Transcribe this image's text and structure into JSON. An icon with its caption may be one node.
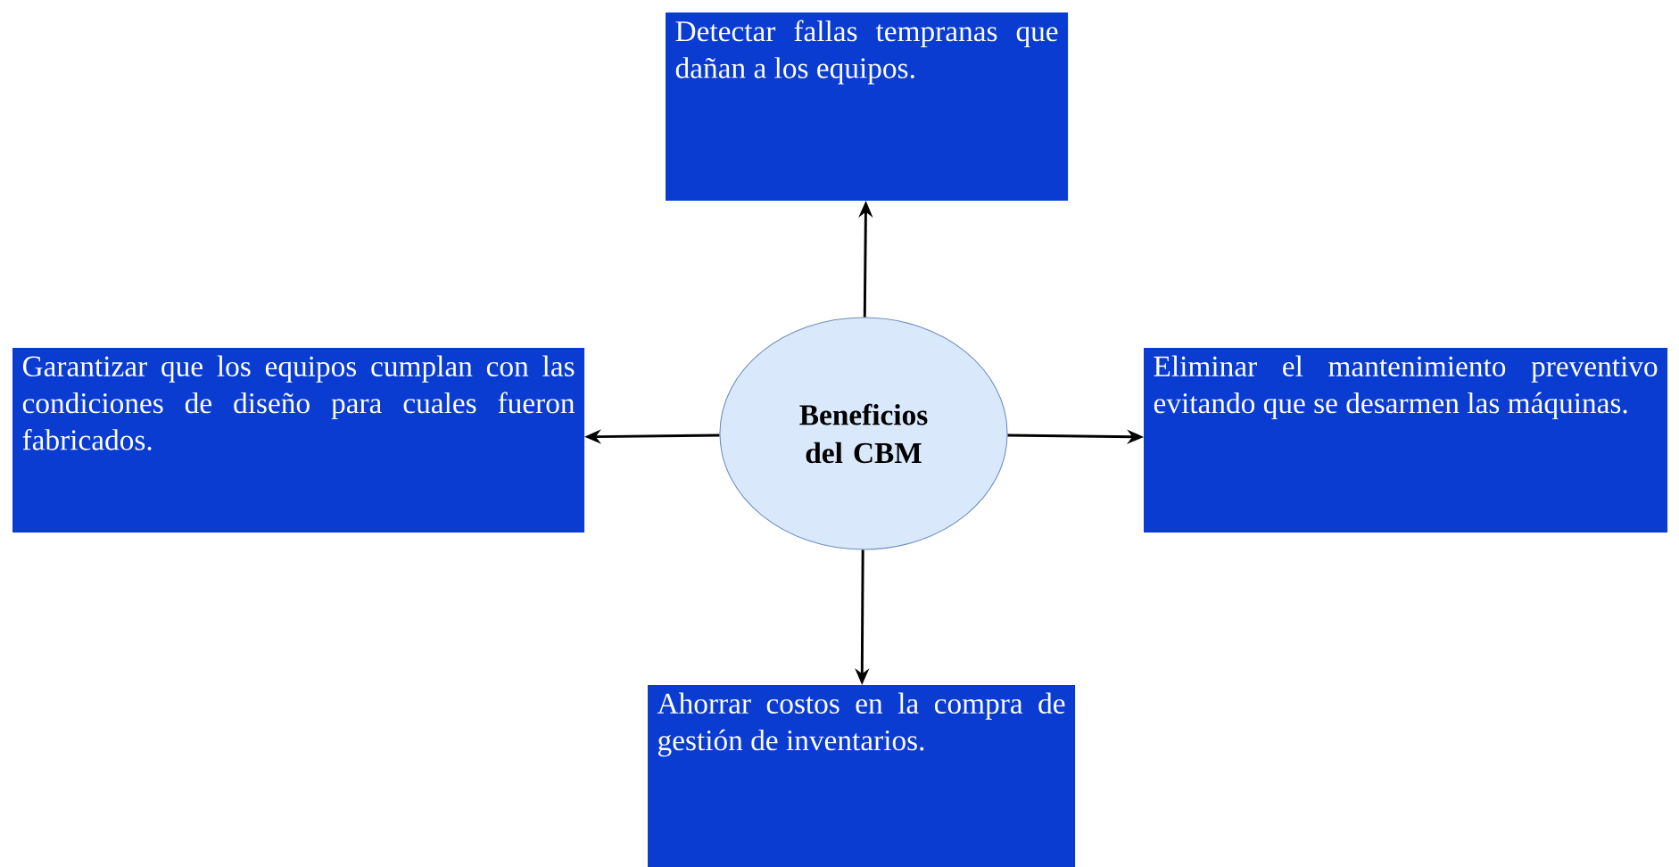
{
  "diagram": {
    "nodes": [
      {
        "text": [
          "Detectar fallas tempranas que dañan a los equipos."
        ]
      },
      {
        "text": [
          "Garantizar que los equipos cumplan con las condiciones de diseño para cuales fueron fabricados."
        ]
      },
      {
        "text": [
          "Beneficios del CBM"
        ]
      },
      {
        "text": [
          "Eliminar el mantenimiento preventivo evitando que se desarmen las máquinas."
        ]
      },
      {
        "text": [
          "Ahorrar costos en la compra de gestión de inventarios."
        ]
      }
    ],
    "edges": [
      {
        "from": 2,
        "to": 0,
        "arrow": "to"
      },
      {
        "from": 2,
        "to": 1,
        "arrow": "to"
      },
      {
        "from": 2,
        "to": 3,
        "arrow": "to"
      },
      {
        "from": 2,
        "to": 4,
        "arrow": "to"
      }
    ]
  }
}
